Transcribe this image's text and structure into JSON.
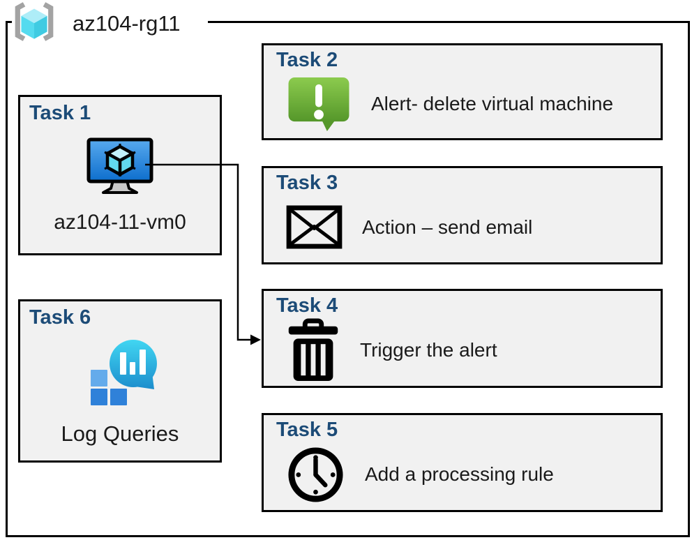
{
  "group": {
    "title": "az104-rg11",
    "icon": "resource-group-icon"
  },
  "tasks": [
    {
      "title": "Task 1",
      "label": "az104-11-vm0",
      "icon": "virtual-machine-icon"
    },
    {
      "title": "Task 2",
      "label": "Alert- delete virtual machine",
      "icon": "alert-message-icon"
    },
    {
      "title": "Task 3",
      "label": "Action – send email",
      "icon": "email-envelope-icon"
    },
    {
      "title": "Task 4",
      "label": "Trigger the alert",
      "icon": "trash-icon"
    },
    {
      "title": "Task 5",
      "label": "Add a processing rule",
      "icon": "clock-icon"
    },
    {
      "title": "Task 6",
      "label": "Log Queries",
      "icon": "log-queries-icon"
    }
  ],
  "connection": {
    "from": "Task 1",
    "to": "Task 4"
  },
  "colors": {
    "task_title_blue": "#1C4B77",
    "box_background": "#F1F1F1",
    "box_border": "#000000",
    "alert_green_light": "#8CCB4E",
    "alert_green_dark": "#55972A",
    "vm_screen_blue_light": "#58AAEE",
    "vm_screen_blue_dark": "#0D6ECD",
    "log_bubble_cyan_light": "#41D6F2",
    "log_bubble_cyan_dark": "#1C8CCC",
    "log_square_light_blue": "#64ABEB",
    "log_square_dark_blue": "#2F81D9",
    "resource_group_bracket_gray": "#A3A3A3",
    "resource_group_cube_top": "#AEEDF8",
    "resource_group_cube_left": "#55DBEF",
    "resource_group_cube_right": "#40CBE2"
  }
}
